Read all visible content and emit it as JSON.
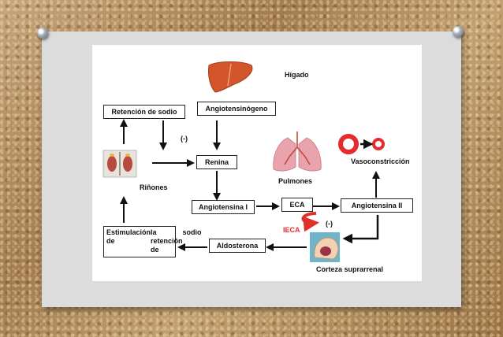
{
  "diagram": {
    "nodes": {
      "retencion_sodio": "Retención de sodio",
      "angiotensinogeno": "Angiotensinógeno",
      "renina": "Renina",
      "angiotensina_i": "Angiotensina I",
      "eca": "ECA",
      "angiotensina_ii": "Angiotensina II",
      "aldosterona": "Aldosterona",
      "estimulacion": [
        "Estimulación de",
        "la retención de",
        "sodio"
      ]
    },
    "labels": {
      "higado": "Hígado",
      "rinones": "Riñones",
      "pulmones": "Pulmones",
      "vasoconstriccion": "Vasoconstricción",
      "corteza": "Corteza suprarrenal",
      "ieca": "IECA",
      "neg1": "(-)",
      "neg2": "(-)"
    },
    "colors": {
      "liver": "#d2552c",
      "lung": "#e9a3ac",
      "vessel_ring": "#e52b2b",
      "ieca_arrow": "#e0302a",
      "arrow": "#111111"
    },
    "icons": [
      "liver-icon",
      "kidneys-icon",
      "lungs-icon",
      "vessel-ring-icon",
      "adrenal-icon"
    ]
  }
}
